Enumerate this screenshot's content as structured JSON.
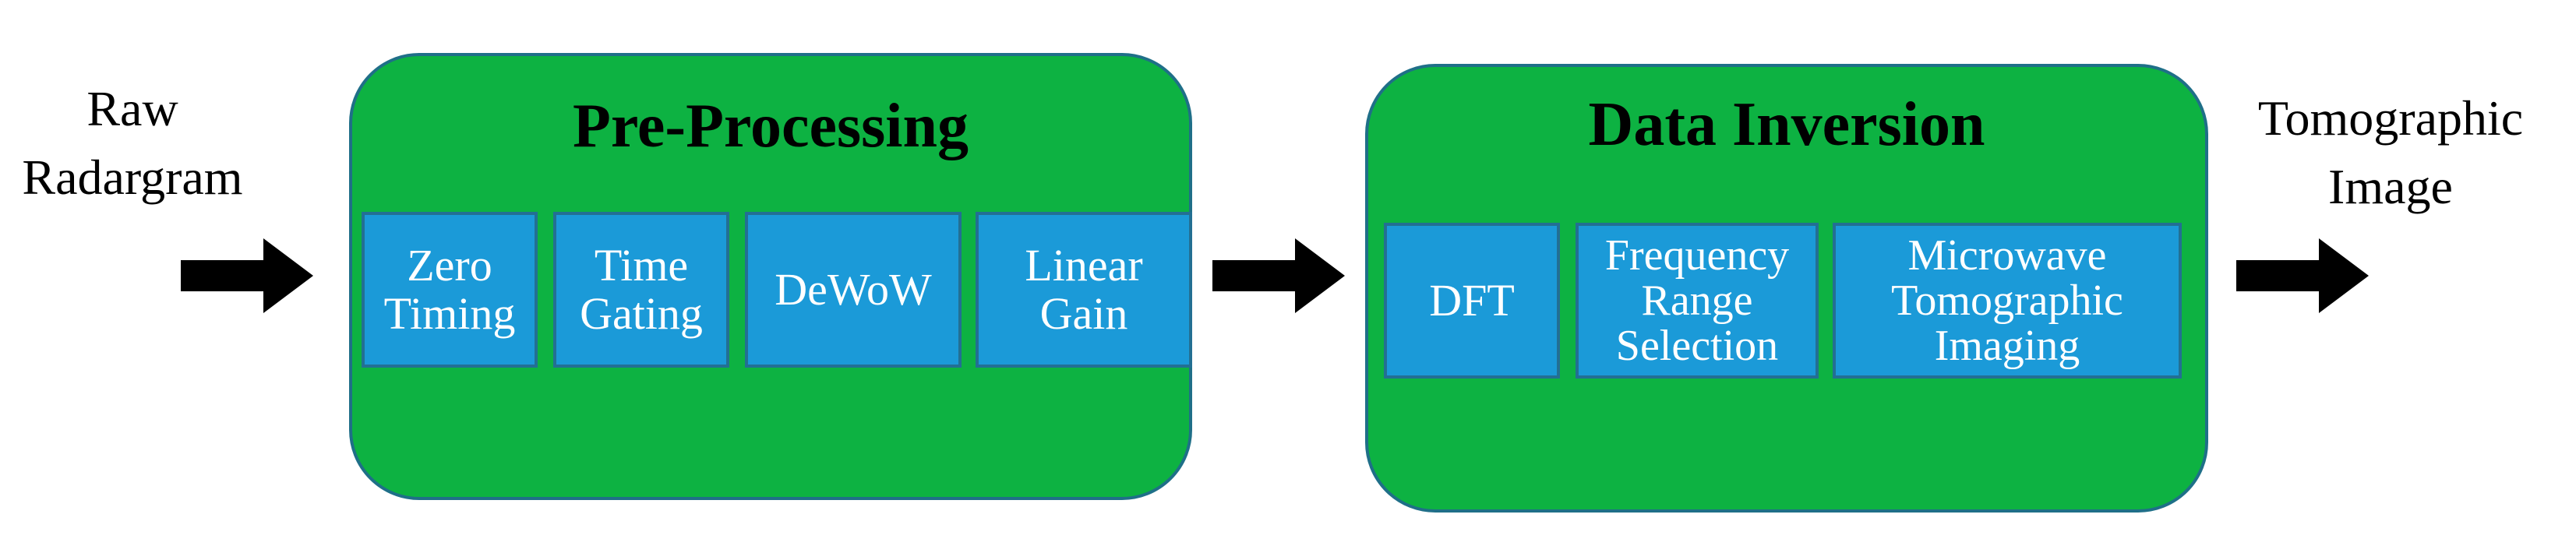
{
  "input_label": [
    "Raw",
    "Radargram"
  ],
  "output_label": [
    "Tomographic",
    "Image"
  ],
  "stages": [
    {
      "title": "Pre-Processing",
      "steps": [
        [
          "Zero",
          "Timing"
        ],
        [
          "Time",
          "Gating"
        ],
        [
          "DeWoW"
        ],
        [
          "Linear",
          "Gain"
        ]
      ]
    },
    {
      "title": "Data Inversion",
      "steps": [
        [
          "DFT"
        ],
        [
          "Frequency",
          "Range",
          "Selection"
        ],
        [
          "Microwave",
          "Tomographic",
          "Imaging"
        ]
      ]
    }
  ],
  "colors": {
    "stage_fill": "#0db242",
    "stage_border": "#1f6f88",
    "step_fill": "#1b9ad8",
    "step_border": "#236f93",
    "step_text": "#ffffff",
    "arrow": "#000000"
  }
}
